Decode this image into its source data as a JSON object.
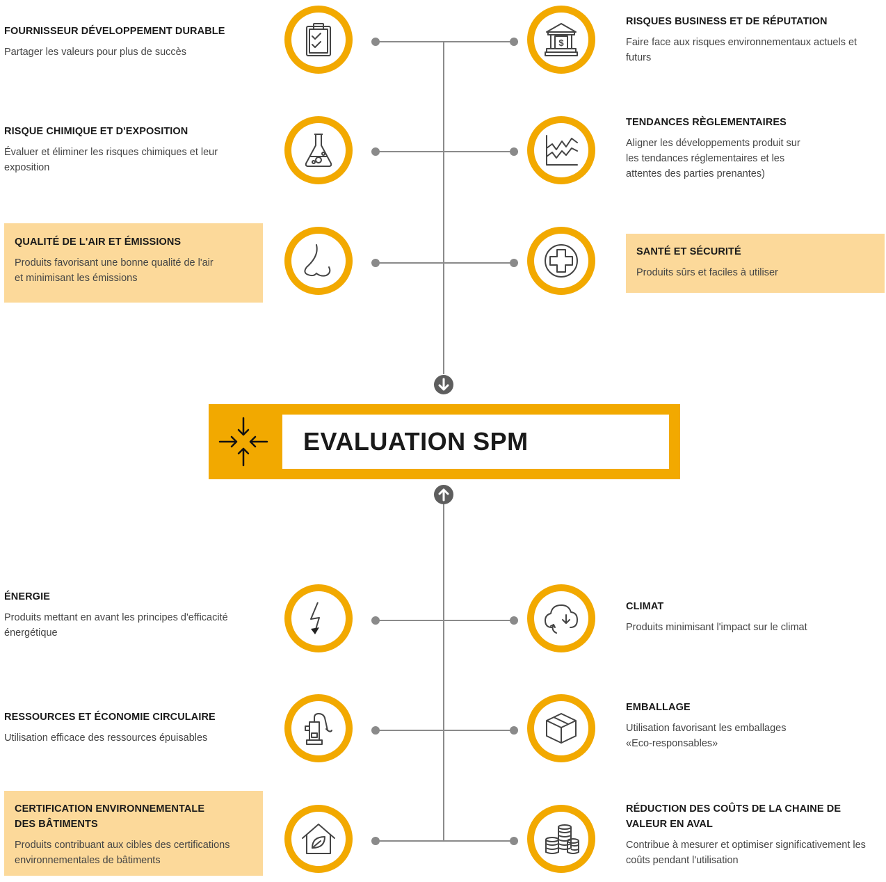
{
  "center": {
    "title": "EVALUATION SPM"
  },
  "left": [
    {
      "title": "FOURNISSEUR DÉVELOPPEMENT DURABLE",
      "desc": "Partager les valeurs pour plus de succès"
    },
    {
      "title": "RISQUE CHIMIQUE ET D'EXPOSITION",
      "desc": "Évaluer et éliminer les risques chimiques et leur exposition"
    },
    {
      "title": "QUALITÉ DE L'AIR ET ÉMISSIONS",
      "desc": "Produits favorisant une bonne qualité de l'air et minimisant les émissions"
    },
    {
      "title": "ÉNERGIE",
      "desc": "Produits mettant en avant les principes d'efficacité énergétique"
    },
    {
      "title": "RESSOURCES ET ÉCONOMIE CIRCULAIRE",
      "desc": "Utilisation efficace des ressources épuisables"
    },
    {
      "title": "CERTIFICATION ENVIRONNEMENTALE DES BÂTIMENTS",
      "desc": "Produits contribuant aux cibles des certifications environnementales de bâtiments"
    }
  ],
  "right": [
    {
      "title": "RISQUES BUSINESS ET DE RÉPUTATION",
      "desc": "Faire face aux risques environnementaux actuels et futurs"
    },
    {
      "title": "TENDANCES RÈGLEMENTAIRES",
      "desc": "Aligner les développements produit sur les tendances réglementaires et les attentes des parties prenantes)"
    },
    {
      "title": "SANTÉ ET SÉCURITÉ",
      "desc": "Produits sûrs et faciles à utiliser"
    },
    {
      "title": "CLIMAT",
      "desc": "Produits minimisant l'impact sur le climat"
    },
    {
      "title": "EMBALLAGE",
      "desc": "Utilisation favorisant les emballages «Eco-responsables»"
    },
    {
      "title": "RÉDUCTION DES COÛTS DE LA CHAINE DE VALEUR EN AVAL",
      "desc": "Contribue à mesurer et optimiser significativement les coûts pendant l'utilisation"
    }
  ],
  "icons": {
    "left": [
      "clipboard-check-icon",
      "flask-icon",
      "nose-icon",
      "lightning-icon",
      "water-pump-icon",
      "house-leaf-icon"
    ],
    "right": [
      "bank-icon",
      "line-chart-icon",
      "medical-cross-icon",
      "cloud-sync-icon",
      "box-icon",
      "coin-stacks-icon"
    ],
    "center": "converge-arrows-icon"
  },
  "colors": {
    "accent": "#f2a900",
    "highlight": "#fcd99a",
    "line": "#8a8a8a",
    "text": "#333333"
  }
}
